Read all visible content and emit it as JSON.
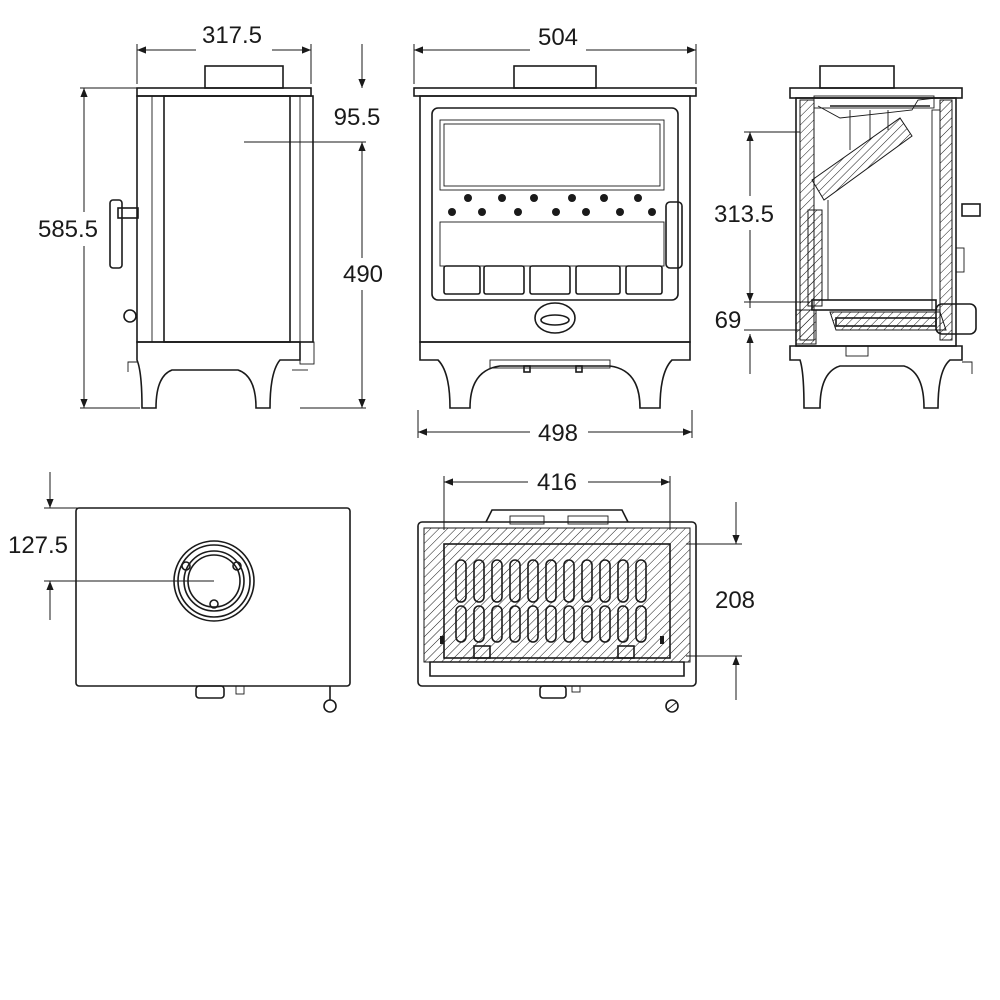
{
  "dimensions": {
    "side_width": "317.5",
    "side_height": "585.5",
    "side_top_offset": "95.5",
    "side_leg_height": "490",
    "front_top_width": "504",
    "front_base_width": "498",
    "section_flue_height": "313.5",
    "section_hearth_height": "69",
    "plan_flue_offset": "127.5",
    "firebox_width": "416",
    "firebox_depth": "208"
  }
}
